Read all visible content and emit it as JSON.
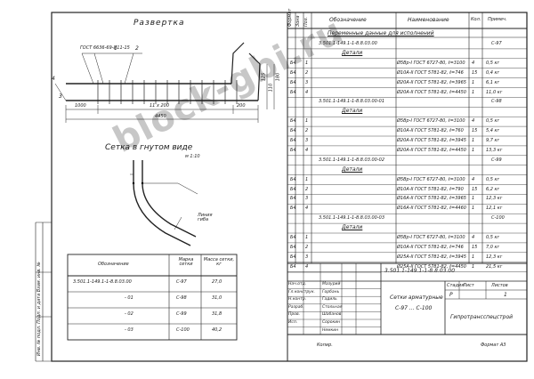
{
  "sheet": {
    "razvertka_title": "Развертка",
    "setka_title": "Сетка в гнутом виде",
    "setka_scale": "м 1:10",
    "liniya_gib": "Линия гиба",
    "gost_ref": "ГОСТ 6636-69-И11-15",
    "callout_1": "1",
    "callout_2": "2",
    "callout_3": "3",
    "callout_4": "4",
    "dims_bottom": [
      "1000",
      "11 x 200",
      "200"
    ],
    "dim_total": "4450",
    "dim_right": [
      "125",
      "110",
      "180"
    ],
    "stamp_left": "Инв. № подл.   Подп. и дата   Взам. инв. №"
  },
  "left_table": {
    "headers": [
      "Обозначение",
      "Марка сетки",
      "Масса сетки, кг"
    ],
    "rows": [
      [
        "3.501.1-149.1-1-8.8.03.00",
        "С-97",
        "27,0"
      ],
      [
        "- 01",
        "С-98",
        "31,0"
      ],
      [
        "- 02",
        "С-99",
        "31,8"
      ],
      [
        "- 03",
        "С-100",
        "40,2"
      ]
    ]
  },
  "spec": {
    "headers": [
      "Формат",
      "Зона",
      "Поз.",
      "Обозначение",
      "Наименование",
      "Кол.",
      "Примеч."
    ],
    "var_title": "Переменные данные для исполнений",
    "groups": [
      {
        "code": "3.501.1-149.1-1-8.8.03.00",
        "mark": "С-97",
        "title": "Детали",
        "items": [
          [
            "1",
            "Ø5Вр-I ГОСТ 6727-80, ℓ=3100",
            "4",
            "0,5 кг"
          ],
          [
            "2",
            "Ø10А-II ГОСТ 5781-82, ℓ=746",
            "15",
            "0,4 кг"
          ],
          [
            "3",
            "Ø20А-II ГОСТ 5781-82, ℓ=3965",
            "1",
            "6,1 кг"
          ],
          [
            "4",
            "Ø20А-II ГОСТ 5781-82, ℓ=4450",
            "1",
            "11,0 кг"
          ]
        ]
      },
      {
        "code": "3.501.1-149.1-1-8.8.03.00-01",
        "mark": "С-98",
        "title": "Детали",
        "items": [
          [
            "1",
            "Ø5Вр-I ГОСТ 6727-80, ℓ=3100",
            "4",
            "0,5 кг"
          ],
          [
            "2",
            "Ø10А-II ГОСТ 5781-82, ℓ=760",
            "15",
            "5,4 кг"
          ],
          [
            "3",
            "Ø20А-II ГОСТ 5781-82, ℓ=3945",
            "1",
            "9,7 кг"
          ],
          [
            "4",
            "Ø20А-II ГОСТ 5781-82, ℓ=4450",
            "1",
            "13,3 кг"
          ]
        ]
      },
      {
        "code": "3.501.1-149.1-1-8.8.03.00-02",
        "mark": "С-99",
        "title": "Детали",
        "items": [
          [
            "1",
            "Ø5Вр-I ГОСТ 6727-80, ℓ=3100",
            "4",
            "0,5 кг"
          ],
          [
            "2",
            "Ø10А-II ГОСТ 5781-82, ℓ=790",
            "15",
            "6,2 кг"
          ],
          [
            "3",
            "Ø16А-II ГОСТ 5781-82, ℓ=3965",
            "1",
            "12,3 кг"
          ],
          [
            "4",
            "Ø16А-II ГОСТ 5781-82, ℓ=4460",
            "1",
            "12,1 кг"
          ]
        ]
      },
      {
        "code": "3.501.1-149.1-1-8.8.03.00-03",
        "mark": "С-100",
        "title": "Детали",
        "items": [
          [
            "1",
            "Ø5Вр-I ГОСТ 6727-80, ℓ=3100",
            "4",
            "0,5 кг"
          ],
          [
            "2",
            "Ø10А-II ГОСТ 5781-82, ℓ=746",
            "15",
            "7,0 кг"
          ],
          [
            "3",
            "Ø25А-II ГОСТ 5781-82, ℓ=3945",
            "1",
            "12,3 кг"
          ],
          [
            "4",
            "Ø25А-II ГОСТ 5781-82, ℓ=4450",
            "1",
            "21,5 кг"
          ]
        ]
      }
    ]
  },
  "title_block": {
    "doc_code": "3.501.1-149.1-1-8.8.03.00",
    "name_line1": "Сетки арматурные",
    "name_line2": "С-97 ... С-100",
    "stage_label": "Стадия",
    "stage": "Р",
    "sheet_label": "Лист",
    "sheets_label": "Листов",
    "sheets_value": "1",
    "org": "Гипротрансспецстрой",
    "roles": [
      [
        "Нач.отд.",
        "Мазурий"
      ],
      [
        "Гл.конструк.",
        "Горбань"
      ],
      [
        "Н.контр.",
        "Гадиль"
      ],
      [
        "Разраб.",
        "Стольная"
      ],
      [
        "Пров.",
        "Шабанов"
      ],
      [
        "Исп.",
        "Сорокин"
      ],
      [
        "",
        "Немкин"
      ]
    ],
    "copy_label": "Копир.",
    "format_label": "Формат А3"
  },
  "watermark": "block-gbi.ru"
}
